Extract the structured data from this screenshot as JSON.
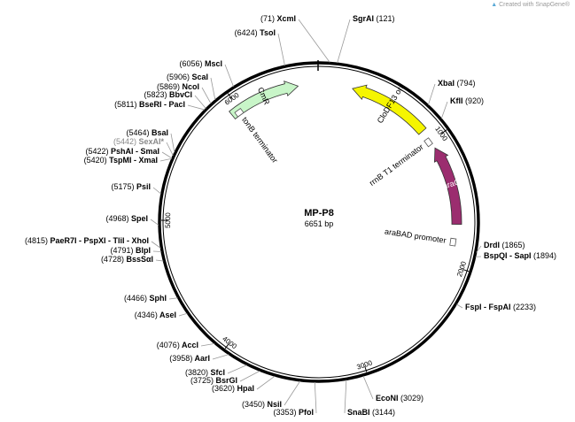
{
  "credit": {
    "text": "Created with SnapGene®"
  },
  "plasmid": {
    "name": "MP-P8",
    "length_label": "6651 bp",
    "length": 6651
  },
  "ticks": [
    {
      "pos": 1000,
      "label": "1000"
    },
    {
      "pos": 2000,
      "label": "2000"
    },
    {
      "pos": 3000,
      "label": "3000"
    },
    {
      "pos": 4000,
      "label": "4000"
    },
    {
      "pos": 5000,
      "label": "5000"
    },
    {
      "pos": 6000,
      "label": "6000"
    }
  ],
  "features": [
    {
      "id": "clodf13-ori",
      "label": "CloDF13 ori",
      "start": 260,
      "end": 900,
      "direction": "ccw",
      "color": "#f5f500",
      "text_color": "#000000"
    },
    {
      "id": "arac",
      "label": "araC",
      "start": 1060,
      "end": 1680,
      "direction": "ccw",
      "color": "#9b2d6f",
      "text_color": "#ffffff"
    },
    {
      "id": "cmr",
      "label": "CmR",
      "start": 5930,
      "end": 6490,
      "direction": "cw",
      "color": "#c8f5c8",
      "text_color": "#000000"
    }
  ],
  "small_features": [
    {
      "id": "rrnb-t1-terminator",
      "label": "rrnB T1 terminator",
      "pos": 995
    },
    {
      "id": "arabad-promoter",
      "label": "araBAD promoter",
      "pos": 1820
    },
    {
      "id": "tonb-terminator",
      "label": "tonB terminator",
      "pos": 5985
    }
  ],
  "sites": [
    {
      "name": "XcmI",
      "pos": "(71)",
      "side": "left",
      "gray": false
    },
    {
      "name": "SgrAI",
      "pos": "(121)",
      "side": "right",
      "gray": false
    },
    {
      "name": "XbaI",
      "pos": "(794)",
      "side": "right",
      "gray": false
    },
    {
      "name": "KflI",
      "pos": "(920)",
      "side": "right",
      "gray": false
    },
    {
      "name": "DrdI",
      "pos": "(1865)",
      "side": "right",
      "gray": false
    },
    {
      "name": "BspQI - SapI",
      "pos": "(1894)",
      "side": "right",
      "gray": false
    },
    {
      "name": "FspI - FspAI",
      "pos": "(2233)",
      "side": "right",
      "gray": false
    },
    {
      "name": "EcoNI",
      "pos": "(3029)",
      "side": "right",
      "gray": false
    },
    {
      "name": "SnaBI",
      "pos": "(3144)",
      "side": "right",
      "gray": false
    },
    {
      "name": "PfoI",
      "pos": "(3353)",
      "side": "left",
      "gray": false
    },
    {
      "name": "NsiI",
      "pos": "(3450)",
      "side": "left",
      "gray": false
    },
    {
      "name": "HpaI",
      "pos": "(3620)",
      "side": "left",
      "gray": false
    },
    {
      "name": "BsrGI",
      "pos": "(3725)",
      "side": "left",
      "gray": false
    },
    {
      "name": "SfcI",
      "pos": "(3820)",
      "side": "left",
      "gray": false
    },
    {
      "name": "AarI",
      "pos": "(3958)",
      "side": "left",
      "gray": false
    },
    {
      "name": "AccI",
      "pos": "(4076)",
      "side": "left",
      "gray": false
    },
    {
      "name": "AseI",
      "pos": "(4346)",
      "side": "left",
      "gray": false
    },
    {
      "name": "SphI",
      "pos": "(4466)",
      "side": "left",
      "gray": false
    },
    {
      "name": "BssSαI",
      "pos": "(4728)",
      "side": "left",
      "gray": false
    },
    {
      "name": "BlpI",
      "pos": "(4791)",
      "side": "left",
      "gray": false
    },
    {
      "name": "PaeR7I - PspXI - TliI - XhoI",
      "pos": "(4815)",
      "side": "left",
      "gray": false
    },
    {
      "name": "SpeI",
      "pos": "(4968)",
      "side": "left",
      "gray": false
    },
    {
      "name": "PsiI",
      "pos": "(5175)",
      "side": "left",
      "gray": false
    },
    {
      "name": "TspMI - XmaI",
      "pos": "(5420)",
      "side": "left",
      "gray": false
    },
    {
      "name": "PshAI - SmaI",
      "pos": "(5422)",
      "side": "left",
      "gray": false
    },
    {
      "name": "SexAI*",
      "pos": "(5442)",
      "side": "left",
      "gray": true
    },
    {
      "name": "BsaI",
      "pos": "(5464)",
      "side": "left",
      "gray": false
    },
    {
      "name": "BseRI - PacI",
      "pos": "(5811)",
      "side": "left",
      "gray": false
    },
    {
      "name": "BbvCI",
      "pos": "(5823)",
      "side": "left",
      "gray": false
    },
    {
      "name": "NcoI",
      "pos": "(5869)",
      "side": "left",
      "gray": false
    },
    {
      "name": "ScaI",
      "pos": "(5906)",
      "side": "left",
      "gray": false
    },
    {
      "name": "MscI",
      "pos": "(6056)",
      "side": "left",
      "gray": false
    },
    {
      "name": "TsoI",
      "pos": "(6424)",
      "side": "left",
      "gray": false
    }
  ]
}
